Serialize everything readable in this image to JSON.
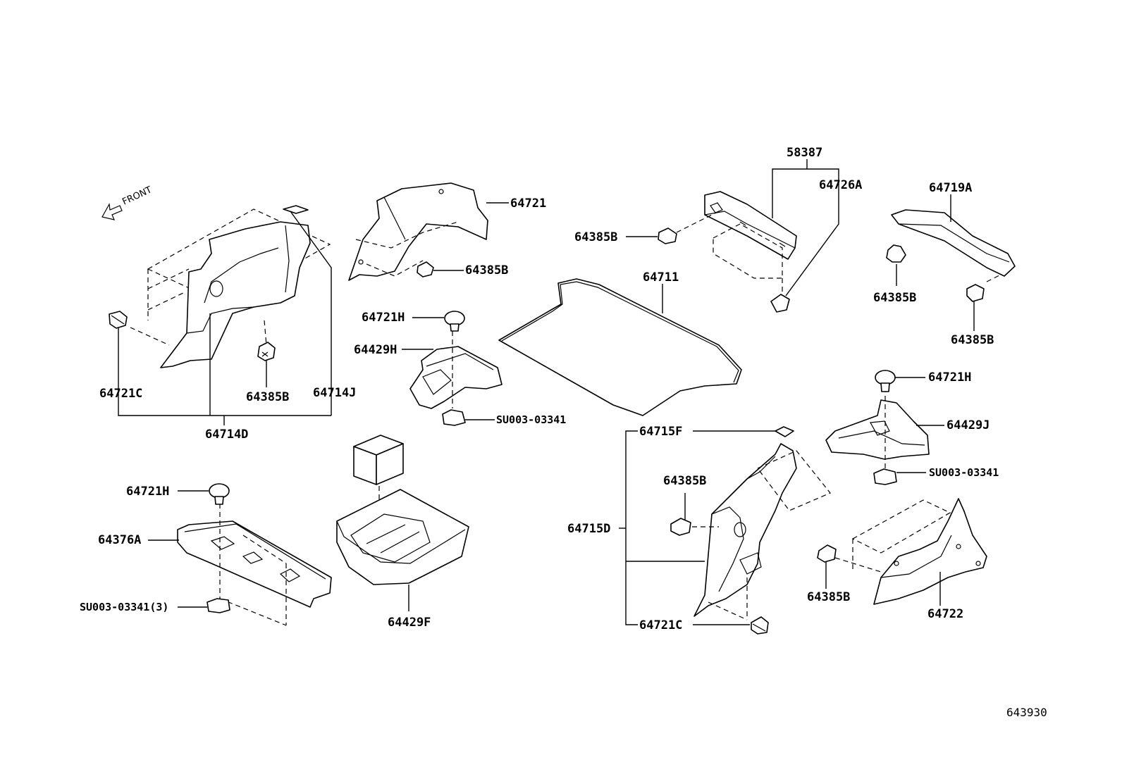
{
  "direction": {
    "label": "FRONT",
    "icon": "front-arrow-icon"
  },
  "diagram_code": "643930",
  "callouts": {
    "c64714D": "64714D",
    "c64714J": "64714J",
    "c64721C_left": "64721C",
    "c64385B_left": "64385B",
    "c64721": "64721",
    "c64385B_wheel": "64385B",
    "c64721H_mid": "64721H",
    "c64429H": "64429H",
    "cSU_mid": "SU003-03341",
    "c64721H_low": "64721H",
    "c64376A": "64376A",
    "cSU_low": "SU003-03341(3)",
    "c64429F": "64429F",
    "c64711": "64711",
    "c58387": "58387",
    "c64726A": "64726A",
    "c64385B_top": "64385B",
    "c64719A": "64719A",
    "c64385B_r1": "64385B",
    "c64385B_r2": "64385B",
    "c64721H_right": "64721H",
    "c64429J": "64429J",
    "cSU_right": "SU003-03341",
    "c64715F": "64715F",
    "c64715D": "64715D",
    "c64385B_rmid": "64385B",
    "c64721C_right": "64721C",
    "c64385B_rlow": "64385B",
    "c64722": "64722"
  }
}
